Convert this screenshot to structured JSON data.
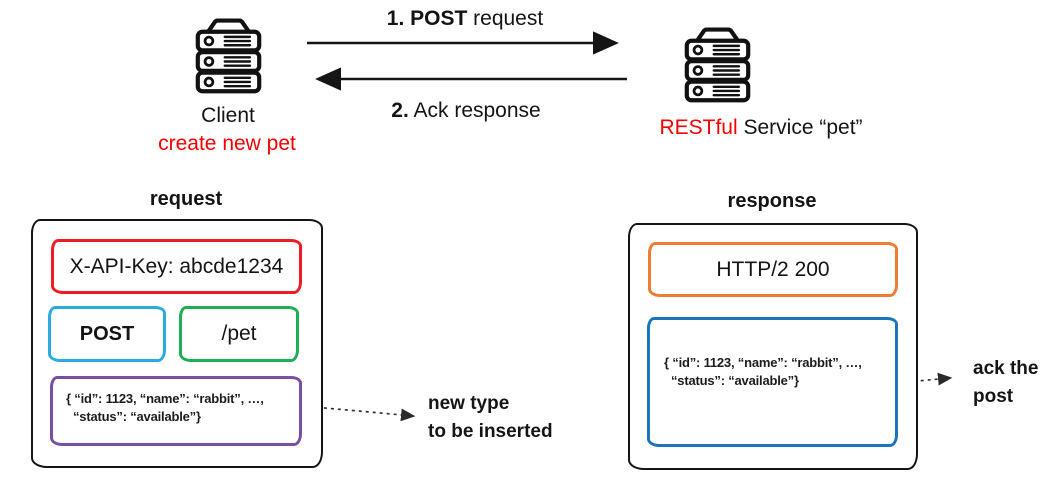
{
  "colors": {
    "accent_red": "#ee1c24",
    "accent_cyan": "#29abe2",
    "accent_green": "#1fae53",
    "accent_purple": "#7a4fa3",
    "accent_orange": "#ed7d31",
    "accent_blue": "#1b75bb",
    "text_red": "#f40000",
    "ink": "#151515"
  },
  "sequence": {
    "arrow1_label_bold": "1. POST",
    "arrow1_label_rest": " request",
    "arrow2_label_bold": "2.",
    "arrow2_label_rest": " Ack response",
    "client_label": "Client",
    "client_sublabel": "create new pet",
    "service_label_red": "RESTful",
    "service_label_rest": " Service “pet”"
  },
  "request": {
    "title": "request",
    "api_key": "X-API-Key: abcde1234",
    "method": "POST",
    "path": "/pet",
    "body_line1": "{ “id”: 1123, “name”: “rabbit”, …,",
    "body_line2": "“status”: “available”}"
  },
  "response": {
    "title": "response",
    "status": "HTTP/2 200",
    "body_line1": "{ “id”: 1123, “name”: “rabbit”, …,",
    "body_line2": "“status”: “available”}"
  },
  "annotations": {
    "request_note_line1": "new type",
    "request_note_line2": "to be inserted",
    "response_note_line1": "ack the",
    "response_note_line2": "post"
  }
}
